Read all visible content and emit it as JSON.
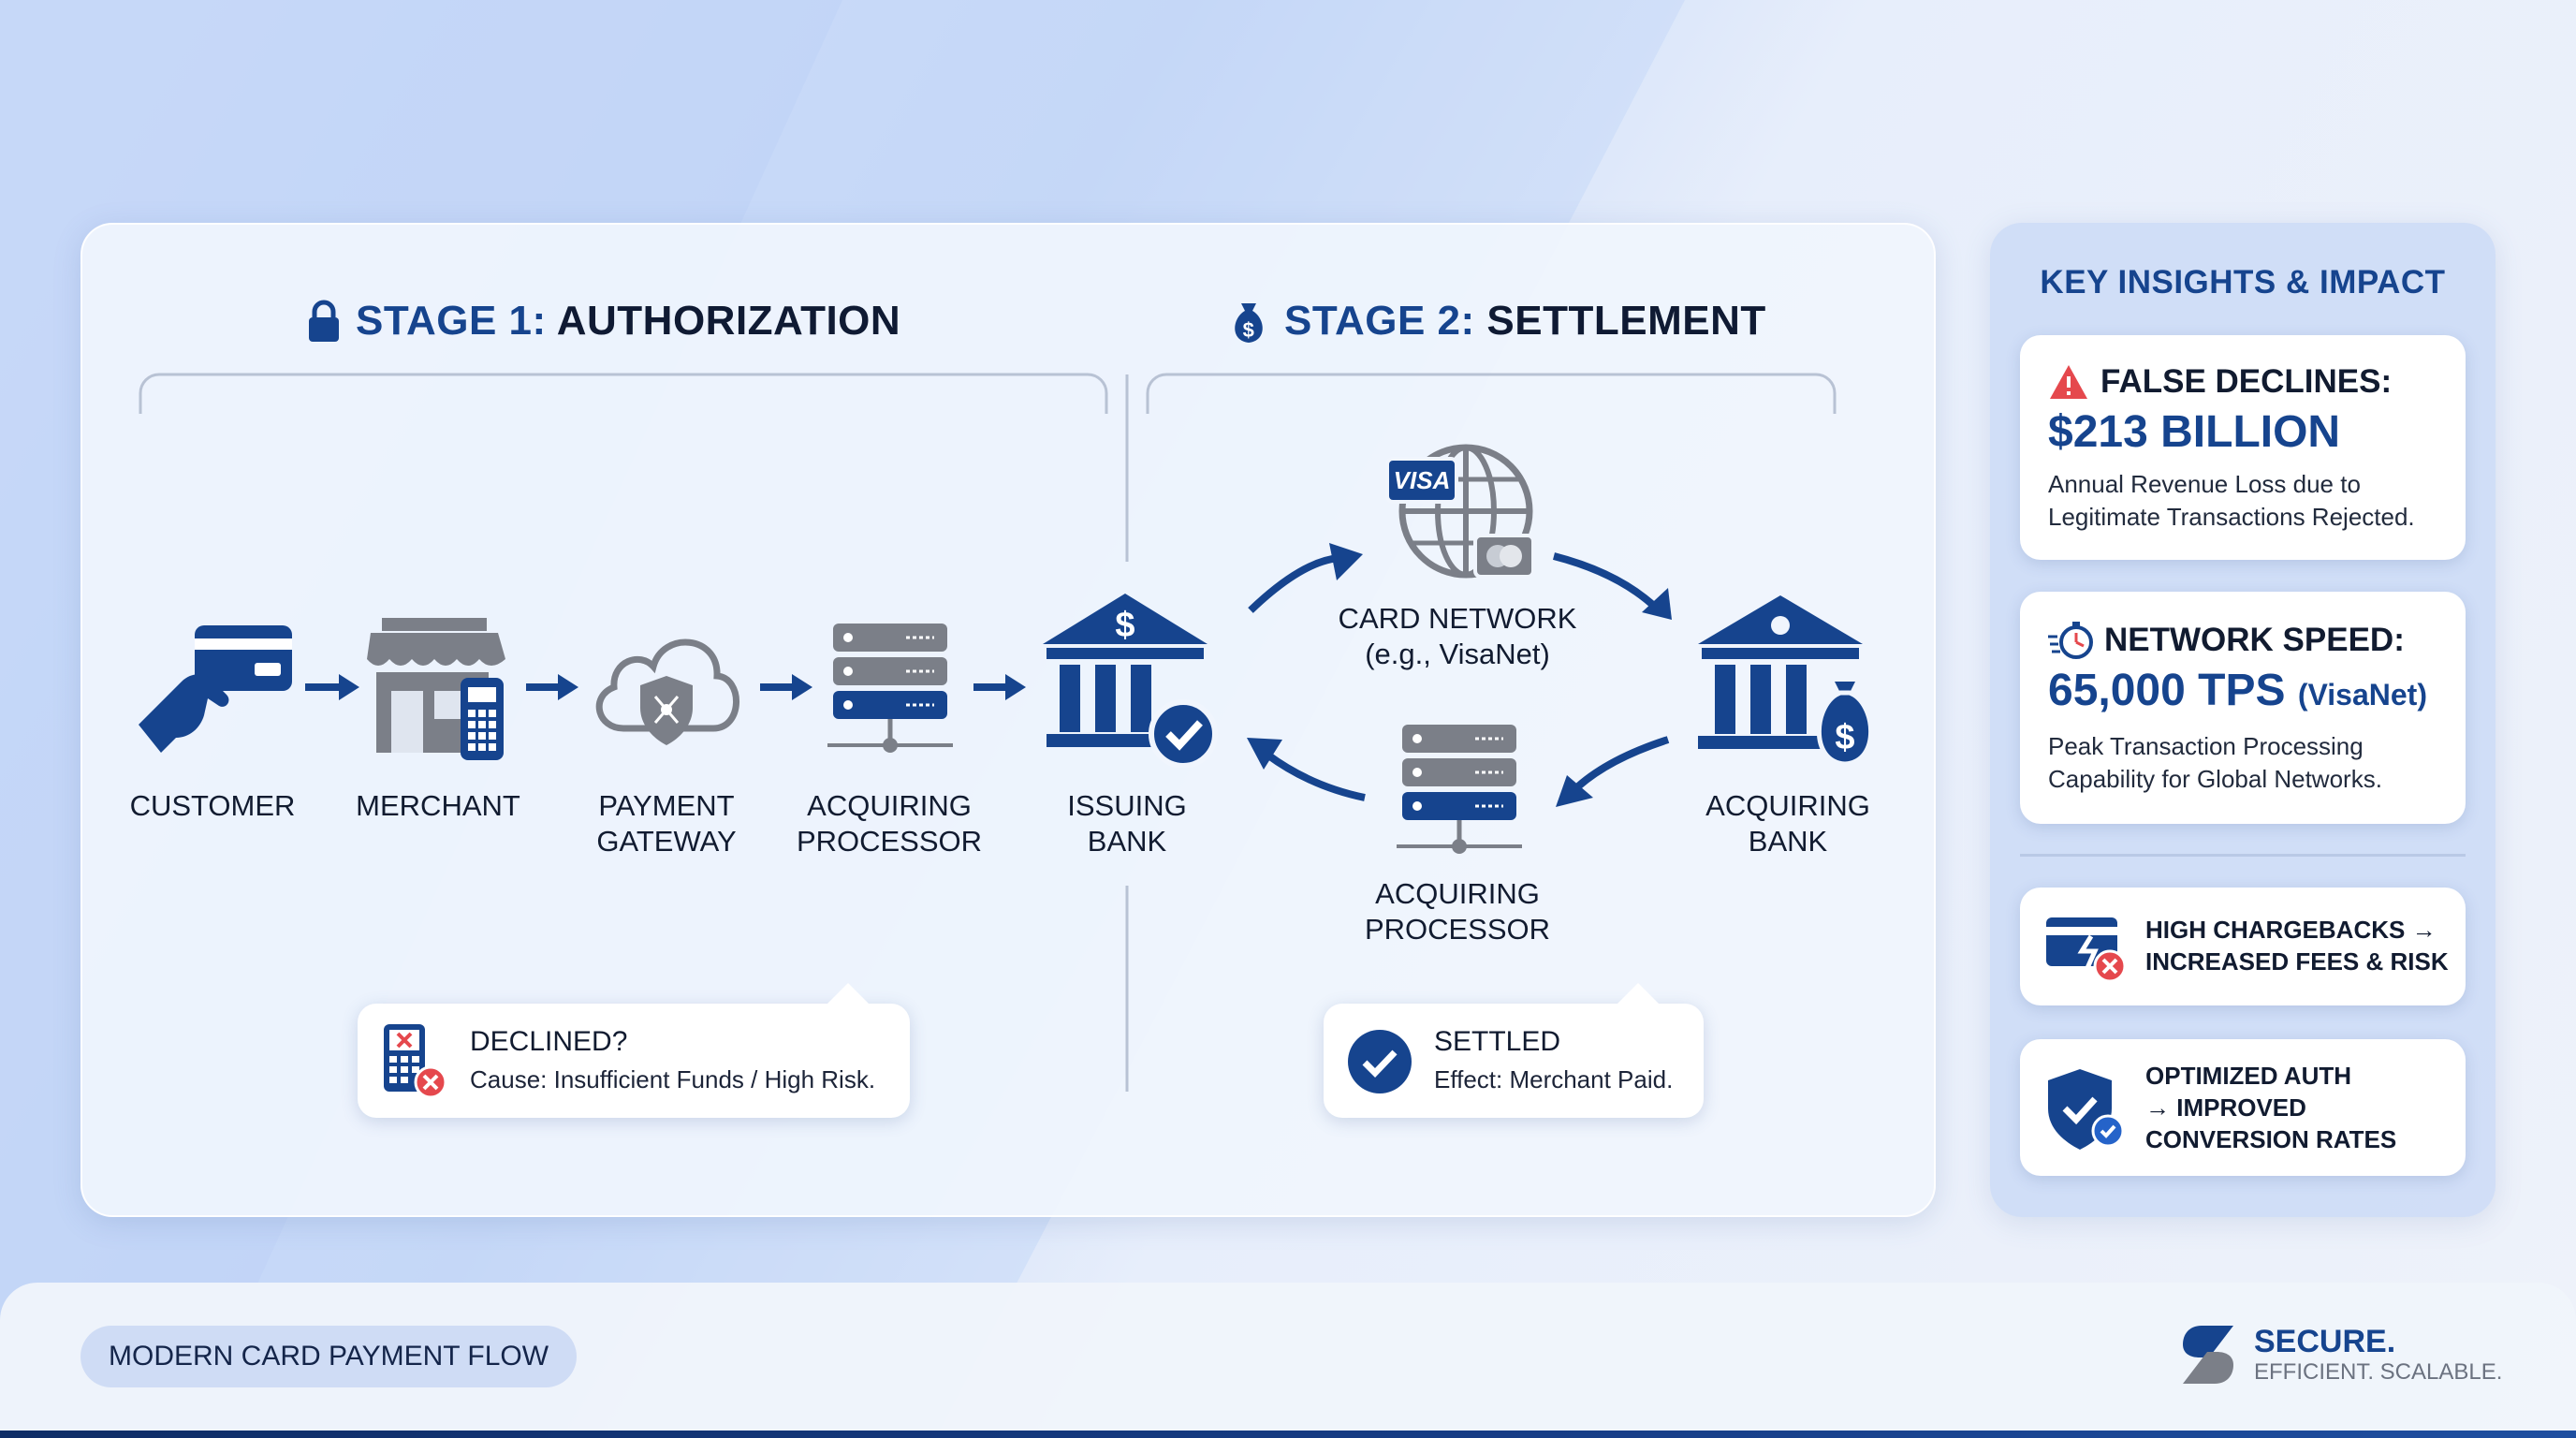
{
  "stage1": {
    "num": "STAGE 1:",
    "rest": "AUTHORIZATION"
  },
  "stage2": {
    "num": "STAGE 2:",
    "rest": "SETTLEMENT"
  },
  "nodes": {
    "customer": "CUSTOMER",
    "merchant": "MERCHANT",
    "gateway_l1": "PAYMENT",
    "gateway_l2": "GATEWAY",
    "acq_proc_l1": "ACQUIRING",
    "acq_proc_l2": "PROCESSOR",
    "issuing_l1": "ISSUING",
    "issuing_l2": "BANK",
    "network_l1": "CARD NETWORK",
    "network_l2": "(e.g., VisaNet)",
    "acq_bank_l1": "ACQUIRING",
    "acq_bank_l2": "BANK",
    "acq_proc2_l1": "ACQUIRING",
    "acq_proc2_l2": "PROCESSOR"
  },
  "visa_text": "VISA",
  "declined": {
    "title": "DECLINED?",
    "sub": "Cause: Insufficient Funds / High Risk."
  },
  "settled": {
    "title": "SETTLED",
    "sub": "Effect: Merchant Paid."
  },
  "insights": {
    "title": "KEY INSIGHTS & IMPACT",
    "false_declines": {
      "head": "FALSE DECLINES:",
      "big": "$213 BILLION",
      "desc_l1": "Annual Revenue Loss due to",
      "desc_l2": "Legitimate Transactions Rejected."
    },
    "network_speed": {
      "head": "NETWORK SPEED:",
      "big": "65,000 TPS",
      "big_suffix": "(VisaNet)",
      "desc_l1": "Peak Transaction Processing",
      "desc_l2": "Capability for Global Networks."
    },
    "chargebacks": {
      "l1": "HIGH CHARGEBACKS →",
      "l2": "INCREASED FEES & RISK"
    },
    "optimized": {
      "l1": "OPTIMIZED AUTH",
      "l2": "→ IMPROVED",
      "l3": "CONVERSION RATES"
    }
  },
  "footer": {
    "pill": "MODERN CARD PAYMENT FLOW",
    "secure": "SECURE.",
    "tagline": "EFFICIENT. SCALABLE."
  },
  "colors": {
    "navy": "#16448e",
    "dark": "#0f1a33",
    "gray": "#7b7f88",
    "red": "#e5484d"
  }
}
